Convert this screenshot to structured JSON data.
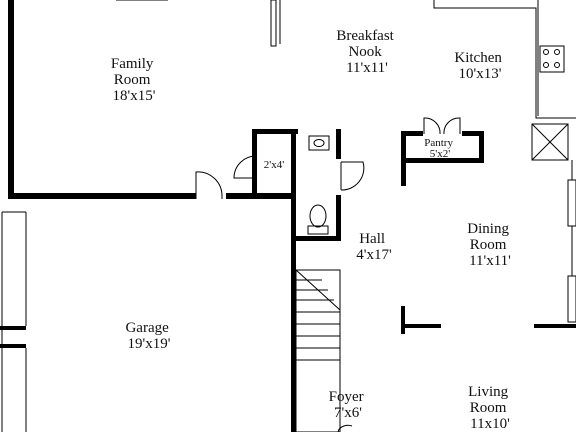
{
  "rooms": {
    "family_room": {
      "name": [
        "Family",
        "Room"
      ],
      "size": "18'x15'"
    },
    "breakfast_nook": {
      "name": [
        "Breakfast",
        "Nook"
      ],
      "size": "11'x11'"
    },
    "kitchen": {
      "name": [
        "Kitchen"
      ],
      "size": "10'x13'"
    },
    "pantry": {
      "name": [
        "Pantry"
      ],
      "size": "5'x2'"
    },
    "closet": {
      "size": "2'x4'"
    },
    "hall": {
      "name": [
        "Hall"
      ],
      "size": "4'x17'"
    },
    "dining_room": {
      "name": [
        "Dining",
        "Room"
      ],
      "size": "11'x11'"
    },
    "garage": {
      "name": [
        "Garage"
      ],
      "size": "19'x19'"
    },
    "foyer": {
      "name": [
        "Foyer"
      ],
      "size": "7'x6'"
    },
    "living_room": {
      "name": [
        "Living",
        "Room"
      ],
      "size": "11x10'"
    }
  },
  "colors": {
    "wall": "#000000",
    "background": "#ffffff"
  }
}
